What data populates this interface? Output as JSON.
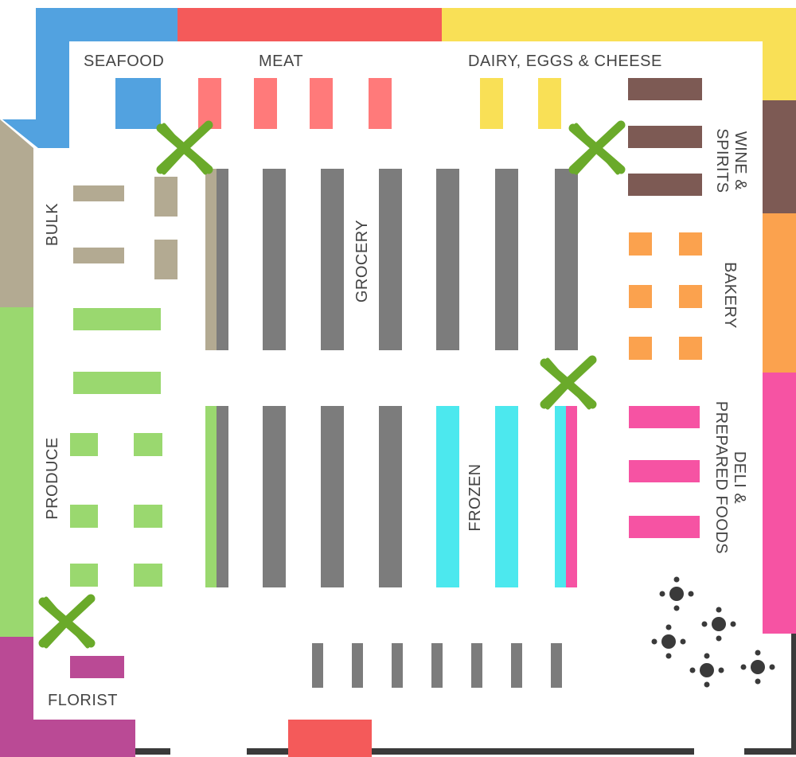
{
  "sections": {
    "seafood": "SEAFOOD",
    "meat": "MEAT",
    "dairy": "DAIRY, EGGS & CHEESE",
    "wine": "WINE &\nSPIRITS",
    "bakery": "BAKERY",
    "deli": "DELI &\nPREPARED FOODS",
    "bulk": "BULK",
    "grocery": "GROCERY",
    "produce": "PRODUCE",
    "frozen": "FROZEN",
    "florist": "FLORIST"
  },
  "colors": {
    "seafood": "#52A2E0",
    "meat": "#F45A5A",
    "meat_shelf": "#FF7A7A",
    "dairy": "#F9E056",
    "wine": "#7D5A54",
    "bakery": "#FBA24E",
    "deli": "#F653A3",
    "bulk": "#B3AA92",
    "produce": "#9AD86F",
    "florist": "#BA4A95",
    "grocery": "#7C7C7C",
    "frozen": "#4CE8EE",
    "marker": "#6AAA2A",
    "dark": "#3A3A3A"
  },
  "icons": {
    "entrance_marker": "x-mark-icon",
    "seating": "table-with-chairs-icon"
  }
}
